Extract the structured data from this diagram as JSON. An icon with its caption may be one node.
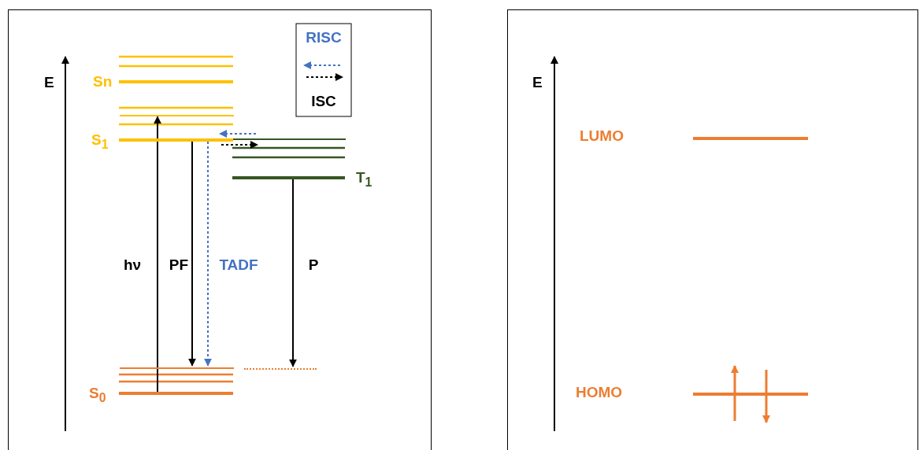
{
  "diagram": {
    "nodes": [
      {
        "text": [],
        "shape": "box"
      },
      {
        "text": [
          "Sn"
        ],
        "in": 0
      },
      {
        "text": [],
        "shape": "bar",
        "in": 0
      },
      {
        "text": [
          "S$_{1}$"
        ],
        "in": 0
      },
      {
        "text": [],
        "shape": "bar",
        "in": 0
      },
      {
        "text": [
          "T$_{1}$"
        ],
        "in": 0
      },
      {
        "text": [],
        "shape": "bar",
        "in": 0
      },
      {
        "text": [
          "S$_{0}$"
        ],
        "in": 0
      },
      {
        "text": [],
        "shape": "bar",
        "in": 0
      },
      {
        "text": [],
        "shape": "box"
      },
      {
        "text": [
          "LUMO"
        ],
        "in": 9
      },
      {
        "text": [
          "HOMO"
        ],
        "in": 9
      }
    ],
    "edges": [
      {
        "from": 7,
        "to": 2,
        "arrow": "to",
        "label": "hν"
      },
      {
        "from": 3,
        "to": 6,
        "arrow": "to",
        "label": "PF"
      },
      {
        "from": 3,
        "to": 6,
        "arrow": "to",
        "label": "TADF",
        "style": "dashed",
        "color": "#4472c4"
      },
      {
        "from": 5,
        "to": 8,
        "arrow": "to",
        "label": "P"
      },
      {
        "from": 4,
        "to": 3,
        "arrow": "to",
        "style": "dashed",
        "color": "#4472c4"
      },
      {
        "from": 3,
        "to": 4,
        "arrow": "to",
        "style": "dashed"
      }
    ],
    "labels": [
      "E",
      "E"
    ],
    "legend": [
      {
        "text": "RISC"
      },
      {
        "text": "ISC"
      }
    ]
  }
}
